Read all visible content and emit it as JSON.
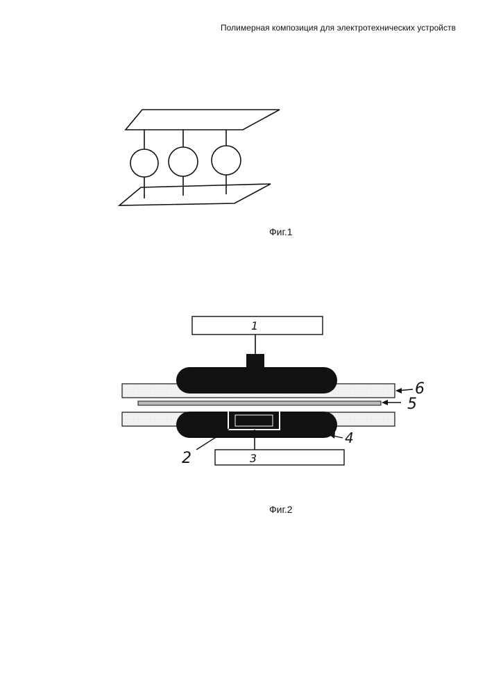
{
  "header": {
    "title": "Полимерная композиция для электротехнических устройств"
  },
  "figure1": {
    "caption": "Фиг.1"
  },
  "figure2": {
    "caption": "Фиг.2",
    "labels": {
      "box_top": "1",
      "pointer_2": "2",
      "box_bottom": "3",
      "pointer_4": "4",
      "pointer_5": "5",
      "pointer_6": "6"
    }
  }
}
